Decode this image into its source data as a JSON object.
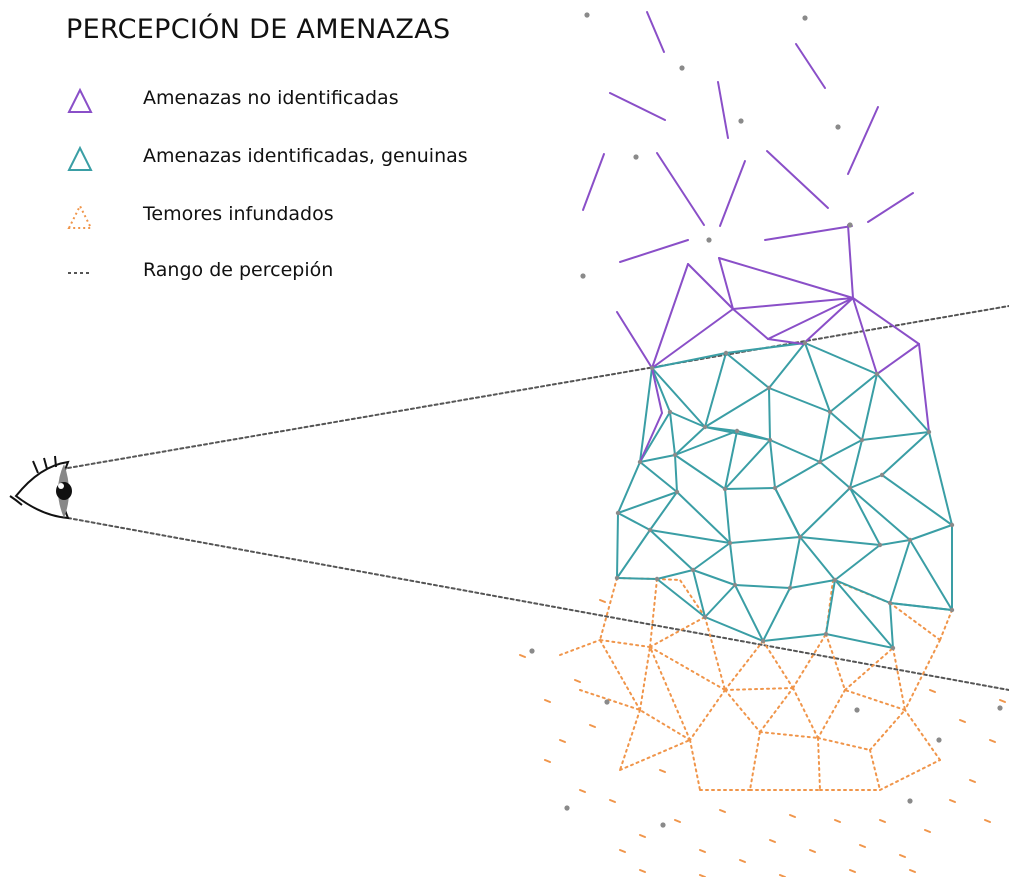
{
  "title": "PERCEPCIÓN DE AMENAZAS",
  "legend": [
    {
      "key": "unidentified",
      "label": "Amenazas no identificadas",
      "symbol": "triangle-outline",
      "color": "#8a4fc8"
    },
    {
      "key": "identified",
      "label": "Amenazas identificadas, genuinas",
      "symbol": "triangle-outline",
      "color": "#3a9ea5"
    },
    {
      "key": "unfounded",
      "label": "Temores infundados",
      "symbol": "triangle-dotted",
      "color": "#f0954a"
    },
    {
      "key": "range",
      "label": "Rango de percepión",
      "symbol": "dotted-line",
      "color": "#555555"
    }
  ],
  "colors": {
    "unidentified": "#8a4fc8",
    "identified": "#3a9ea5",
    "unfounded": "#f0954a",
    "range": "#555555",
    "node": "#8a8a8a"
  },
  "icons": [
    "eye-icon"
  ]
}
